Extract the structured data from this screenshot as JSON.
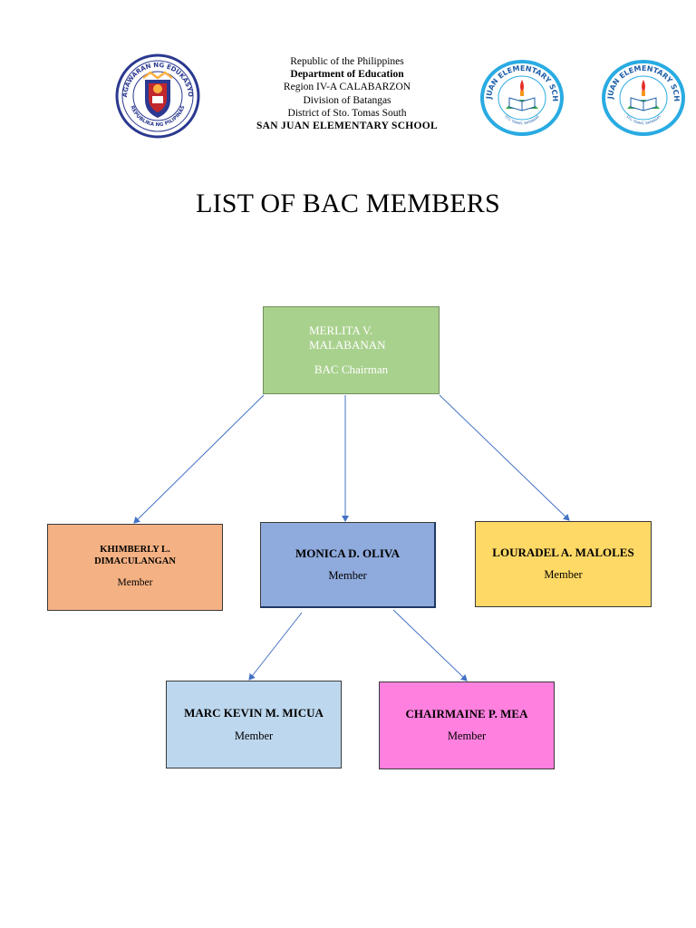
{
  "letterhead": {
    "line1": "Republic of the Philippines",
    "line2": "Department of Education",
    "line3": "Region IV-A CALABARZON",
    "line4": "Division of Batangas",
    "line5": "District of Sto. Tomas South",
    "line6": "SAN JUAN ELEMENTARY SCHOOL"
  },
  "seals": {
    "deped_text_top": "KAGAWARAN NG EDUKASYON",
    "deped_text_bottom": "REPUBLIKA NG PILIPINAS",
    "school_text": "SAN JUAN ELEMENTARY SCHOOL",
    "school_sub": "STO. TOMAS, BATANGAS"
  },
  "title": "LIST OF BAC MEMBERS",
  "org": {
    "chairman": {
      "name_line1": "MERLITA V.",
      "name_line2": "MALABANAN",
      "role": "BAC Chairman"
    },
    "members": [
      {
        "name_line1": "KHIMBERLY L.",
        "name_line2": "DIMACULANGAN",
        "role": "Member"
      },
      {
        "name": "MONICA D. OLIVA",
        "role": "Member"
      },
      {
        "name": "LOURADEL A. MALOLES",
        "role": "Member"
      },
      {
        "name": "MARC KEVIN M. MICUA",
        "role": "Member"
      },
      {
        "name": "CHAIRMAINE P. MEA",
        "role": "Member"
      }
    ]
  },
  "colors": {
    "chairman_fill": "#a9d18e",
    "khimberly_fill": "#f4b183",
    "monica_fill": "#8faadc",
    "louradel_fill": "#ffd966",
    "marc_fill": "#bdd7ee",
    "chairmaine_fill": "#ff80df",
    "connector": "#4472c4"
  }
}
